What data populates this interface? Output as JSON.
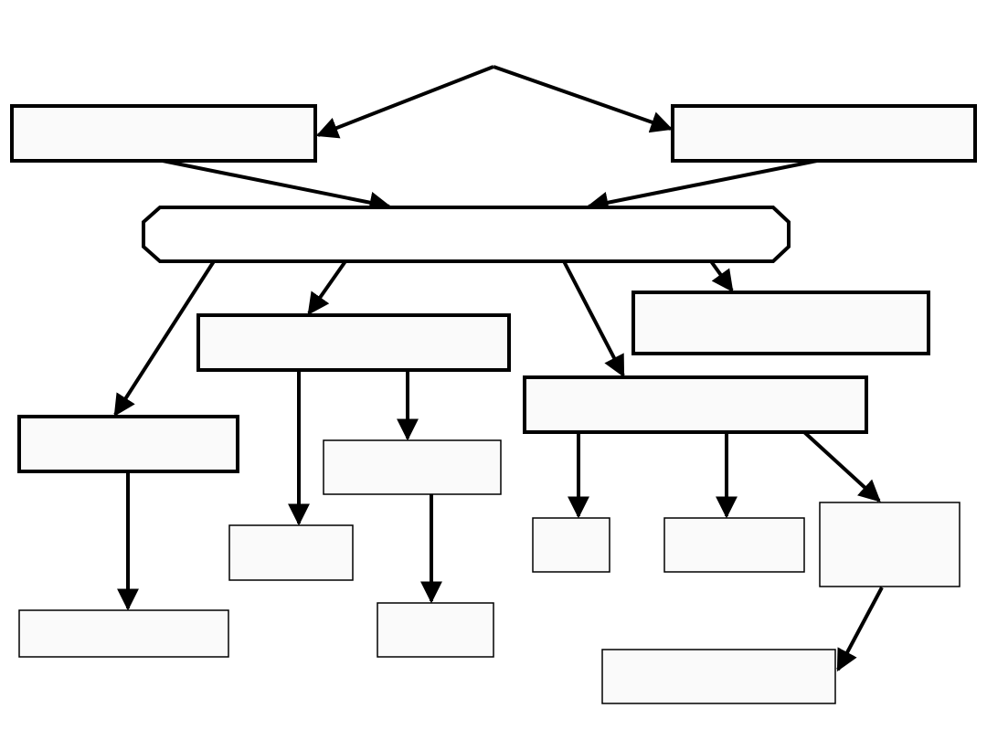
{
  "diagram": {
    "type": "flowchart-tree",
    "background": "#ffffff",
    "box_fill": "#fafafa",
    "stroke_color": "#000000",
    "nodes": {
      "top_left": {
        "label": ""
      },
      "top_right": {
        "label": ""
      },
      "center_hub": {
        "label": ""
      },
      "mid_left": {
        "label": ""
      },
      "mid_center": {
        "label": ""
      },
      "mid_right_upper": {
        "label": ""
      },
      "mid_right": {
        "label": ""
      },
      "leaf_left_bottom": {
        "label": ""
      },
      "leaf_center_small": {
        "label": ""
      },
      "leaf_center_right": {
        "label": ""
      },
      "leaf_center_bottom": {
        "label": ""
      },
      "leaf_right_a": {
        "label": ""
      },
      "leaf_right_b": {
        "label": ""
      },
      "leaf_right_c": {
        "label": ""
      },
      "leaf_bottom_right": {
        "label": ""
      }
    },
    "edges": [
      {
        "from": "apex",
        "to": "top_left"
      },
      {
        "from": "apex",
        "to": "top_right"
      },
      {
        "from": "top_left",
        "to": "center_hub"
      },
      {
        "from": "top_right",
        "to": "center_hub"
      },
      {
        "from": "center_hub",
        "to": "mid_left"
      },
      {
        "from": "center_hub",
        "to": "mid_center"
      },
      {
        "from": "center_hub",
        "to": "mid_right"
      },
      {
        "from": "center_hub",
        "to": "mid_right_upper"
      },
      {
        "from": "mid_left",
        "to": "leaf_left_bottom"
      },
      {
        "from": "mid_center",
        "to": "leaf_center_small"
      },
      {
        "from": "mid_center",
        "to": "leaf_center_right"
      },
      {
        "from": "leaf_center_right",
        "to": "leaf_center_bottom"
      },
      {
        "from": "mid_right",
        "to": "leaf_right_a"
      },
      {
        "from": "mid_right",
        "to": "leaf_right_b"
      },
      {
        "from": "mid_right",
        "to": "leaf_right_c"
      },
      {
        "from": "leaf_right_c",
        "to": "leaf_bottom_right"
      }
    ]
  }
}
